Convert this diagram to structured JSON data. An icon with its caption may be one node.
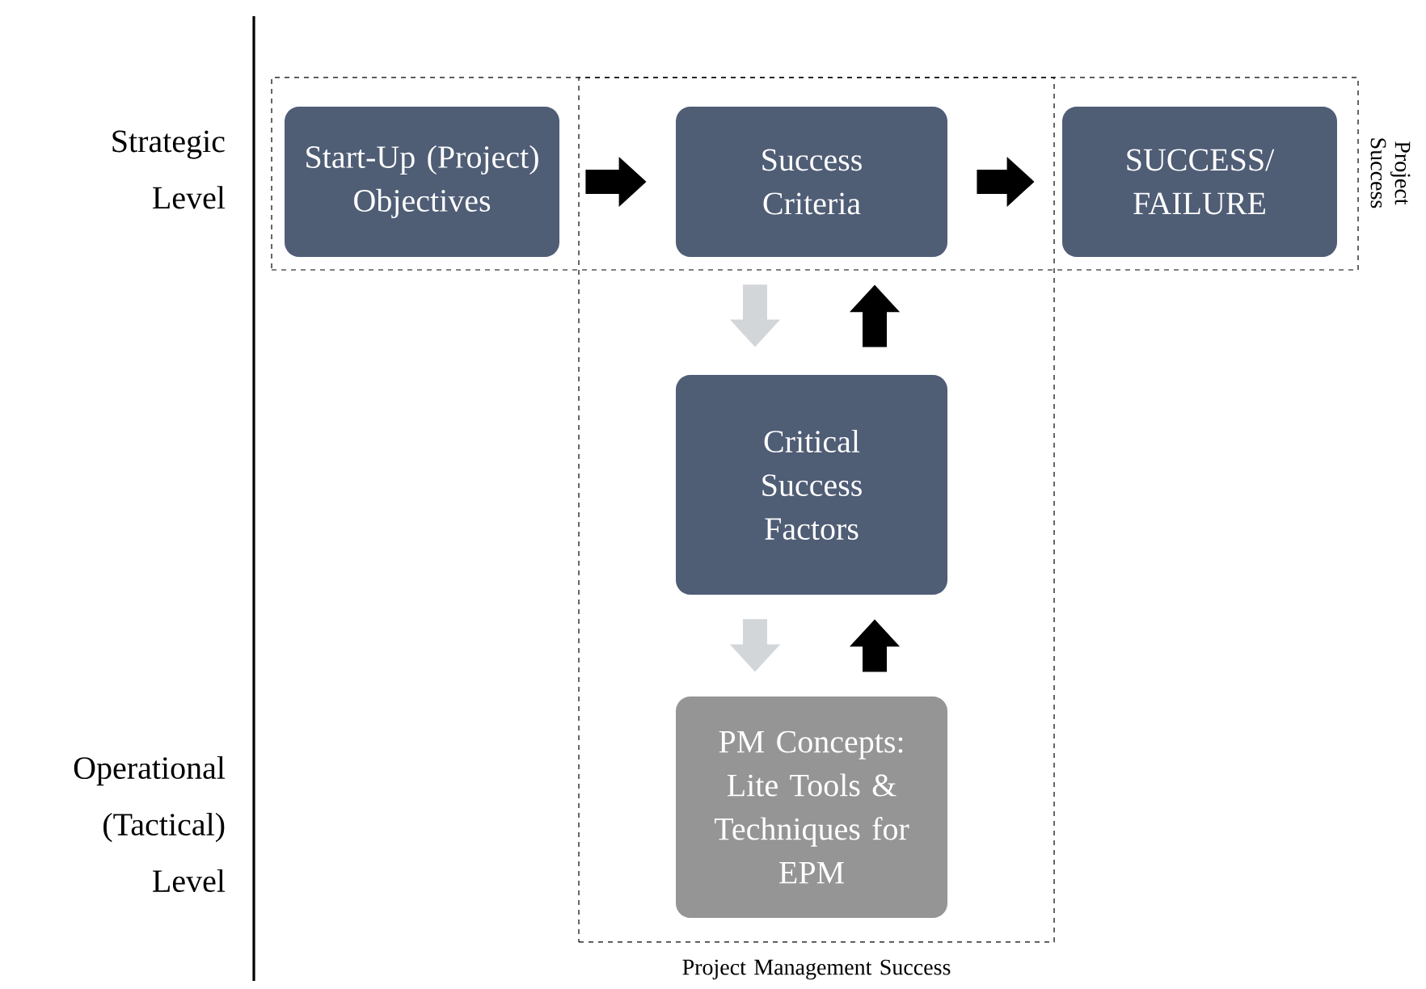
{
  "diagram": {
    "nodes": [
      {
        "text": [
          "Project Success"
        ]
      },
      {
        "text": [
          "Project Management Success"
        ]
      },
      {
        "text": [
          "Start-Up (Project) Objectives"
        ],
        "in": 0
      },
      {
        "text": [
          "Success Criteria"
        ]
      },
      {
        "text": [
          "SUCCESS/ FAILURE"
        ],
        "in": 0
      },
      {
        "text": [
          "Critical Success Factors"
        ],
        "in": 1
      },
      {
        "text": [
          "PM Concepts: Lite Tools & Techniques for EPM"
        ],
        "in": 1
      }
    ],
    "edges": [
      {
        "from": 2,
        "to": 3,
        "arrow": "to"
      },
      {
        "from": 3,
        "to": 4,
        "arrow": "to"
      },
      {
        "from": 3,
        "to": 5,
        "arrow": "to",
        "color": "#d3d6d9"
      },
      {
        "from": 5,
        "to": 3,
        "arrow": "to"
      },
      {
        "from": 5,
        "to": 6,
        "arrow": "to",
        "color": "#d3d6d9"
      },
      {
        "from": 6,
        "to": 5,
        "arrow": "to"
      }
    ],
    "labels": [
      "Strategic Level",
      "Operational (Tactical) Level"
    ]
  }
}
